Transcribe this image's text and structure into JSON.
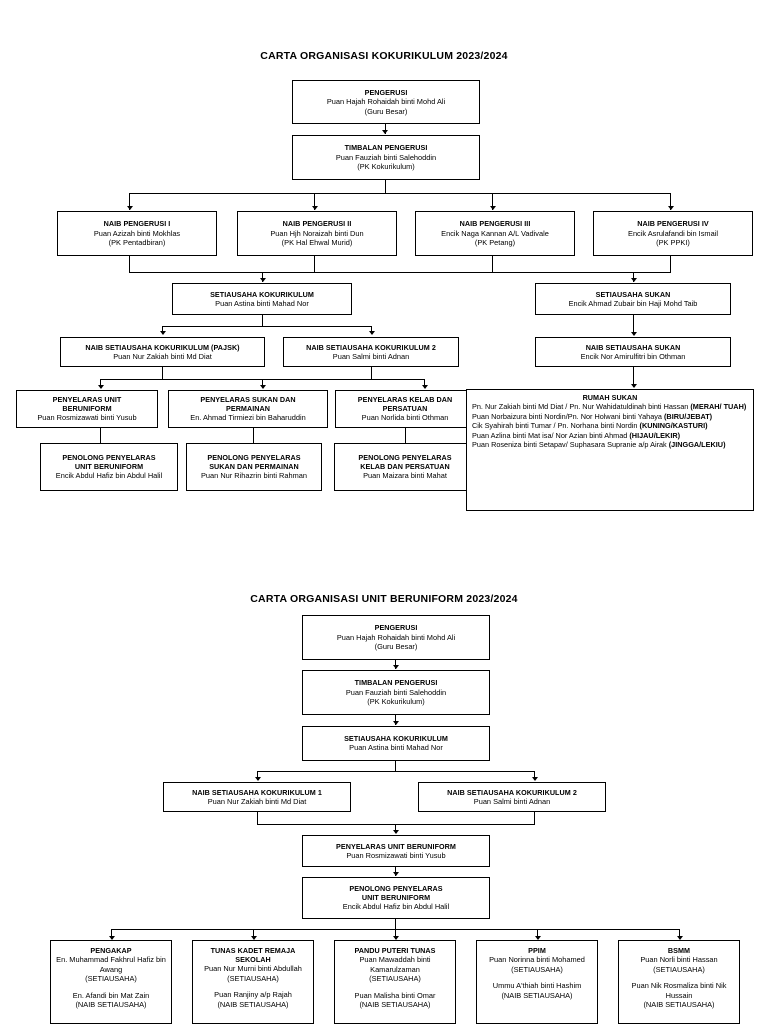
{
  "document": {
    "kind": "organisational-chart-document",
    "page_background": "#ffffff",
    "line_color": "#000000"
  },
  "chart1": {
    "title": "CARTA ORGANISASI KOKURIKULUM 2023/2024",
    "nodes": {
      "pengerusi": {
        "title": "PENGERUSI",
        "name": "Puan Hajah Rohaidah binti Mohd Ali",
        "role": "(Guru Besar)"
      },
      "timbalan_pengerusi": {
        "title": "TIMBALAN PENGERUSI",
        "name": "Puan Fauziah binti Salehoddin",
        "role": "(PK Kokurikulum)"
      },
      "naib_pengerusi_1": {
        "title": "NAIB PENGERUSI I",
        "name": "Puan Azizah binti Mokhlas",
        "role": "(PK Pentadbiran)"
      },
      "naib_pengerusi_2": {
        "title": "NAIB PENGERUSI II",
        "name": "Puan Hjh Noraizah binti Dun",
        "role": "(PK Hal Ehwal Murid)"
      },
      "naib_pengerusi_3": {
        "title": "NAIB PENGERUSI III",
        "name": "Encik Naga Kannan A/L Vadivale",
        "role": "(PK Petang)"
      },
      "naib_pengerusi_4": {
        "title": "NAIB PENGERUSI IV",
        "name": "Encik Asrulafandi bin Ismail",
        "role": "(PK PPKI)"
      },
      "setiausaha_kokurikulum": {
        "title": "SETIAUSAHA KOKURIKULUM",
        "name": "Puan Astina binti Mahad Nor"
      },
      "setiausaha_sukan": {
        "title": "SETIAUSAHA SUKAN",
        "name": "Encik Ahmad Zubair bin Haji Mohd Taib"
      },
      "naib_su_kokurikulum_pajsk": {
        "title": "NAIB SETIAUSAHA KOKURIKULUM (PAJSK)",
        "name": "Puan Nur Zakiah binti Md  Diat"
      },
      "naib_su_kokurikulum_2": {
        "title": "NAIB SETIAUSAHA KOKURIKULUM 2",
        "name": "Puan Salmi binti Adnan"
      },
      "naib_su_sukan": {
        "title": "NAIB SETIAUSAHA SUKAN",
        "name": "Encik Nor Amirulfitri bin Othman"
      },
      "penyelaras_unit_beruniform": {
        "title_line1": "PENYELARAS UNIT",
        "title_line2": "BERUNIFORM",
        "name": "Puan Rosmizawati binti Yusub"
      },
      "penyelaras_sukan_permainan": {
        "title_line1": "PENYELARAS SUKAN DAN",
        "title_line2": "PERMAINAN",
        "name": "En. Ahmad Tirmiezi bin Baharuddin"
      },
      "penyelaras_kelab_persatuan": {
        "title_line1": "PENYELARAS KELAB DAN",
        "title_line2": "PERSATUAN",
        "name": "Puan Norlida binti Othman"
      },
      "penolong_penyelaras_unit_beruniform": {
        "title_line1": "PENOLONG PENYELARAS",
        "title_line2": "UNIT BERUNIFORM",
        "name": "Encik Abdul Hafiz bin Abdul Halil"
      },
      "penolong_penyelaras_sukan_permainan": {
        "title_line1": "PENOLONG PENYELARAS",
        "title_line2": "SUKAN DAN PERMAINAN",
        "name": "Puan Nur Rihazrin binti Rahman"
      },
      "penolong_penyelaras_kelab_persatuan": {
        "title_line1": "PENOLONG PENYELARAS",
        "title_line2": "KELAB DAN PERSATUAN",
        "name": "Puan Maizara binti Mahat"
      },
      "rumah_sukan": {
        "title": "RUMAH SUKAN",
        "entries": [
          {
            "names": "Pn. Nur Zakiah binti Md Diat / Pn. Nur Wahidatuldinah binti Hassan ",
            "house": "(MERAH/ TUAH)"
          },
          {
            "names": "Puan Norbaizura binti Nordin/Pn. Nor Holwani binti Yahaya ",
            "house": "(BIRU/JEBAT)"
          },
          {
            "names": "Cik Syahirah binti Tumar / Pn. Norhana binti Nordin ",
            "house": "(KUNING/KASTURI)"
          },
          {
            "names": "Puan Azlina binti Mat isa/ Nor Azian binti Ahmad ",
            "house": "(HIJAU/LEKIR)"
          },
          {
            "names": "Puan Roseniza binti Setapav/ Suphasara Supranie a/p Airak ",
            "house": "(JINGGA/LEKIU)"
          }
        ]
      }
    }
  },
  "chart2": {
    "title": "CARTA ORGANISASI UNIT BERUNIFORM 2023/2024",
    "nodes": {
      "pengerusi": {
        "title": "PENGERUSI",
        "name": "Puan Hajah Rohaidah binti Mohd Ali",
        "role": "(Guru Besar)"
      },
      "timbalan_pengerusi": {
        "title": "TIMBALAN PENGERUSI",
        "name": "Puan Fauziah binti Salehoddin",
        "role": "(PK Kokurikulum)"
      },
      "setiausaha_kokurikulum": {
        "title": "SETIAUSAHA KOKURIKULUM",
        "name": "Puan Astina binti Mahad Nor"
      },
      "naib_su_kokurikulum_1": {
        "title": "NAIB SETIAUSAHA KOKURIKULUM 1",
        "name": "Puan Nur Zakiah binti Md Diat"
      },
      "naib_su_kokurikulum_2": {
        "title": "NAIB SETIAUSAHA KOKURIKULUM 2",
        "name": "Puan Salmi binti Adnan"
      },
      "penyelaras_unit_beruniform": {
        "title": "PENYELARAS UNIT BERUNIFORM",
        "name": "Puan Rosmizawati binti Yusub"
      },
      "penolong_penyelaras_unit_beruniform": {
        "title_line1": "PENOLONG PENYELARAS",
        "title_line2": "UNIT BERUNIFORM",
        "name": "Encik Abdul Hafiz bin Abdul Halil"
      },
      "units": [
        {
          "title": "PENGAKAP",
          "setiausaha_name": "En. Muhammad Fakhrul Hafiz bin Awang",
          "setiausaha_role": "(SETIAUSAHA)",
          "naib_name": "En. Afandi bin Mat Zain",
          "naib_role": "(NAIB SETIAUSAHA)"
        },
        {
          "title_line1": "TUNAS KADET REMAJA",
          "title_line2": "SEKOLAH",
          "setiausaha_name": "Puan Nur Murni binti Abdullah",
          "setiausaha_role": "(SETIAUSAHA)",
          "naib_name": "Puan Ranjiny a/p Rajah",
          "naib_role": "(NAIB SETIAUSAHA)"
        },
        {
          "title": "PANDU PUTERI TUNAS",
          "setiausaha_name": "Puan Mawaddah binti Kamarulzaman",
          "setiausaha_role": "(SETIAUSAHA)",
          "naib_name": "Puan Malisha binti Omar",
          "naib_role": "(NAIB SETIAUSAHA)"
        },
        {
          "title": "PPIM",
          "setiausaha_name": "Puan Norinna binti Mohamed",
          "setiausaha_role": "(SETIAUSAHA)",
          "naib_name": "Ummu A'thiah binti Hashim",
          "naib_role": "(NAIB SETIAUSAHA)"
        },
        {
          "title": "BSMM",
          "setiausaha_name": "Puan Norli binti Hassan",
          "setiausaha_role": "(SETIAUSAHA)",
          "naib_name": "Puan Nik Rosmaliza binti Nik Hussain",
          "naib_role": "(NAIB SETIAUSAHA)"
        }
      ]
    }
  }
}
